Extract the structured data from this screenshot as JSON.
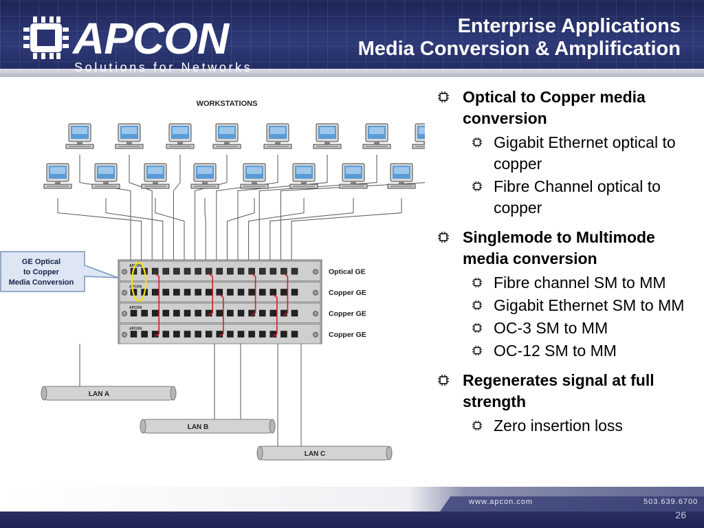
{
  "logo": {
    "text": "APCON",
    "tagline": "Solutions for Networks"
  },
  "title": {
    "line1": "Enterprise Applications",
    "line2": "Media Conversion & Amplification"
  },
  "diagram": {
    "workstations_label": "WORKSTATIONS",
    "callout": [
      "GE Optical",
      "to Copper",
      "Media Conversion"
    ],
    "row_labels": [
      "Optical GE",
      "Copper GE",
      "Copper GE",
      "Copper GE"
    ],
    "lan_labels": [
      "LAN A",
      "LAN B",
      "LAN C"
    ],
    "chassis_brand": "APCON"
  },
  "bullets": [
    {
      "text": "Optical to Copper media conversion",
      "children": [
        "Gigabit Ethernet optical to copper",
        "Fibre Channel optical to copper"
      ]
    },
    {
      "text": "Singlemode to Multimode media conversion",
      "children": [
        "Fibre channel SM to MM",
        "Gigabit Ethernet SM to MM",
        "OC-3 SM to MM",
        "OC-12 SM to MM"
      ]
    },
    {
      "text": "Regenerates signal at full strength",
      "children": [
        "Zero insertion loss"
      ]
    }
  ],
  "footer": {
    "www": "www.apcon.com",
    "phone": "503.639.6700",
    "page": "26"
  },
  "icons": {
    "bullet": "chip-icon",
    "logo_mark": "chip-logo-icon"
  },
  "colors": {
    "header_bg": "#27306a",
    "highlight": "#f2e600",
    "link_red": "#d0202a"
  }
}
